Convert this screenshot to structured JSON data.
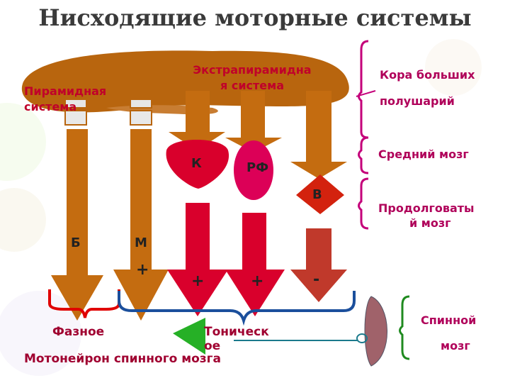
{
  "title": "Нисходящие моторные системы",
  "systems": {
    "pyramidal": "Пирамидная система",
    "extrapyramidal_line1": "Экстрапирамидна",
    "extrapyramidal_line2": "я система"
  },
  "brain_regions": {
    "cortex_line1": "Кора больших",
    "cortex_line2": "полушарий",
    "midbrain": "Средний мозг",
    "medulla_line1": "Продолговаты",
    "medulla_line2": "й мозг",
    "spinal_line1": "Спинной",
    "spinal_line2": "мозг"
  },
  "nuclei": {
    "k": "К",
    "rf": "РФ",
    "v": "В"
  },
  "tract_labels": {
    "b": "Б",
    "m": "М"
  },
  "signs": {
    "m_plus": "+",
    "k_plus": "+",
    "rf_plus": "+",
    "v_minus": "-"
  },
  "outputs": {
    "phasic": "Фазное",
    "tonic_line1": "Тоническ",
    "tonic_line2": "ое",
    "motoneuron": "Мотонейрон спинного мозга"
  },
  "colors": {
    "cortex": "#b8650e",
    "tract": "#c46c10",
    "red_tract": "#d9002c",
    "rf": "#dc0057",
    "v_nucleus": "#d3220e",
    "bracket_blue": "#1b4f9c",
    "bracket_red": "#e00000",
    "bracket_mag": "#c4007a"
  }
}
